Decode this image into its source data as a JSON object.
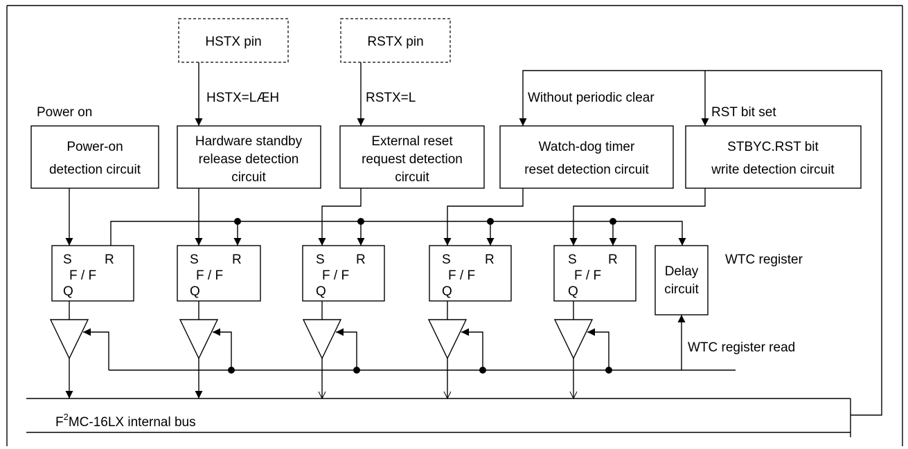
{
  "pins": {
    "hstx": "HSTX pin",
    "rstx": "RSTX pin"
  },
  "signals": {
    "hstx_level": "HSTX=LÆH",
    "rstx_level": "RSTX=L",
    "power_on": "Power on",
    "no_periodic_clear": "Without periodic clear",
    "rst_bit_set": "RST bit set",
    "wtc_register": "WTC register",
    "wtc_read": "WTC register read"
  },
  "detectors": [
    {
      "id": "power-on",
      "lines": [
        "Power-on",
        "detection circuit"
      ]
    },
    {
      "id": "hardware-standby",
      "lines": [
        "Hardware standby",
        "release detection",
        "circuit"
      ]
    },
    {
      "id": "external-reset",
      "lines": [
        "External reset",
        "request detection",
        "circuit"
      ]
    },
    {
      "id": "watchdog",
      "lines": [
        "Watch-dog timer",
        "reset detection circuit"
      ]
    },
    {
      "id": "stbyc-rst",
      "lines": [
        "STBYC.RST bit",
        "write detection circuit"
      ]
    }
  ],
  "flipflop": {
    "s": "S",
    "r": "R",
    "ff": "F / F",
    "q": "Q"
  },
  "delay": {
    "lines": [
      "Delay",
      "circuit"
    ]
  },
  "bus": {
    "prefix": "F",
    "sup": "2",
    "suffix": "MC-16LX internal bus"
  }
}
